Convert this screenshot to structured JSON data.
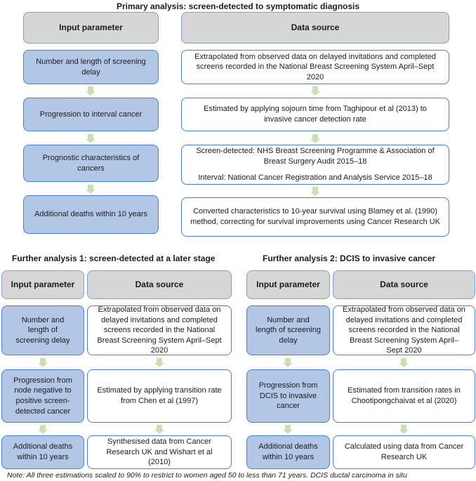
{
  "colors": {
    "input_box_fill": "#b2c6e6",
    "box_border_blue": "#4e7dc6",
    "header_fill": "#d6d6d6",
    "arrow_green": "#c9e0b4"
  },
  "primary": {
    "title": "Primary analysis: screen-detected to symptomatic diagnosis",
    "col_input": "Input parameter",
    "col_source": "Data source",
    "rows": [
      {
        "input": "Number and length of screening delay",
        "source": "Extrapolated from observed data on delayed invitations and completed screens recorded in the National Breast Screening System April–Sept 2020"
      },
      {
        "input": "Progression to interval cancer",
        "source": "Estimated by applying sojourn time from Taghipour et al (2013) to invasive cancer detection rate"
      },
      {
        "input": "Prognostic characteristics of cancers",
        "source_line1": "Screen-detected: NHS Breast Screening Programme & Association of Breast Surgery Audit 2015–18",
        "source_line2": "Interval: National Cancer Registration and Analysis Service 2015–18"
      },
      {
        "input": "Additional deaths within 10 years",
        "source": "Converted characteristics to 10-year survival using Blamey et al. (1990) method, correcting for survival improvements using Cancer Research UK"
      }
    ]
  },
  "further1": {
    "title": "Further analysis 1: screen-detected at a later stage",
    "col_input": "Input parameter",
    "col_source": "Data source",
    "rows": [
      {
        "input": "Number and length of screening delay",
        "source": "Extrapolated from observed data on delayed invitations and completed screens recorded in the National Breast Screening System April–Sept 2020"
      },
      {
        "input": "Progression from node negative to positive screen-detected cancer",
        "source": "Estimated by applying transition rate from Chen et al (1997)"
      },
      {
        "input": "Additional deaths within 10 years",
        "source": "Synthesised data from Cancer Research UK and Wishart et al (2010)"
      }
    ]
  },
  "further2": {
    "title": "Further analysis 2: DCIS to invasive cancer",
    "col_input": "Input parameter",
    "col_source": "Data source",
    "rows": [
      {
        "input": "Number and length of screening delay",
        "source": "Extrapolated from observed data on delayed invitations and completed screens recorded in the National Breast Screening System April–Sept 2020"
      },
      {
        "input": "Progression from DCIS to invasive cancer",
        "source": "Estimated from transition rates in Chootipongchaivat et al (2020)"
      },
      {
        "input": "Additional deaths within 10 years",
        "source": "Calculated using data from Cancer Research UK"
      }
    ]
  },
  "note": "Note: All three estimations scaled to 90% to restrict to women aged 50 to less than 71 years. DCIS ductal carcinoma in situ"
}
